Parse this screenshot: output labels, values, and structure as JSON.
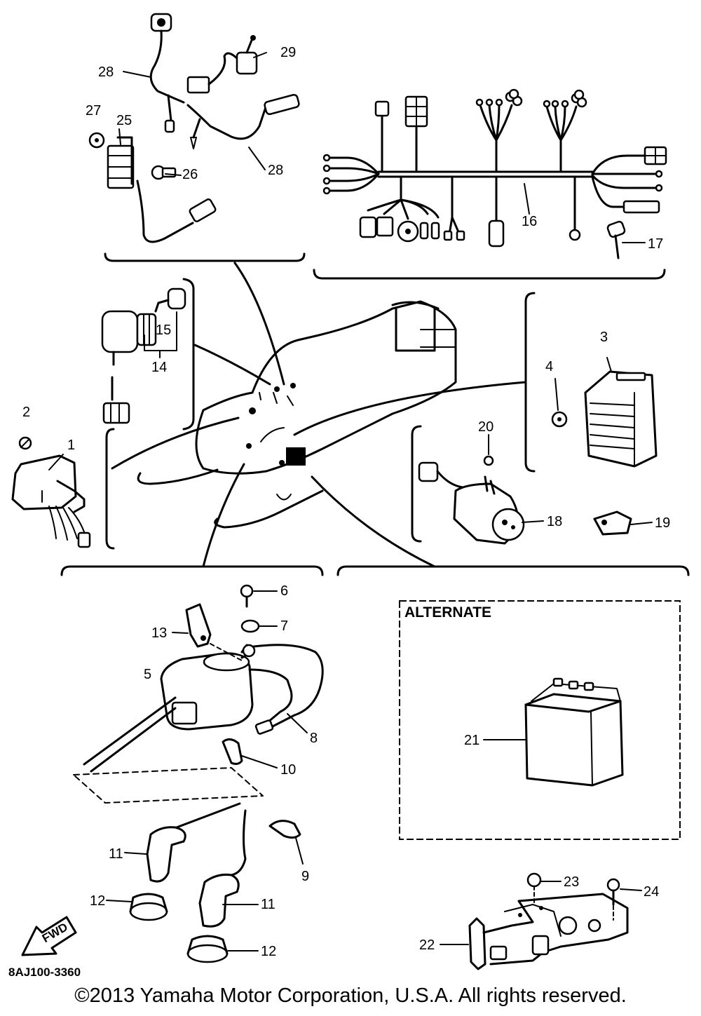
{
  "callouts": [
    {
      "label": "1"
    },
    {
      "label": "2"
    },
    {
      "label": "3"
    },
    {
      "label": "4"
    },
    {
      "label": "5"
    },
    {
      "label": "6"
    },
    {
      "label": "7"
    },
    {
      "label": "8"
    },
    {
      "label": "9"
    },
    {
      "label": "10"
    },
    {
      "label": "11"
    },
    {
      "label": "11"
    },
    {
      "label": "12"
    },
    {
      "label": "12"
    },
    {
      "label": "13"
    },
    {
      "label": "14"
    },
    {
      "label": "15"
    },
    {
      "label": "16"
    },
    {
      "label": "17"
    },
    {
      "label": "18"
    },
    {
      "label": "19"
    },
    {
      "label": "20"
    },
    {
      "label": "21"
    },
    {
      "label": "22"
    },
    {
      "label": "23"
    },
    {
      "label": "24"
    },
    {
      "label": "25"
    },
    {
      "label": "26"
    },
    {
      "label": "27"
    },
    {
      "label": "28"
    },
    {
      "label": "28"
    },
    {
      "label": "29"
    }
  ],
  "alternate_box": {
    "title": "ALTERNATE"
  },
  "front_arrow": {
    "label": "FWD"
  },
  "part_code": "8AJ100-3360",
  "copyright": "©2013 Yamaha Motor Corporation, U.S.A. All rights reserved."
}
